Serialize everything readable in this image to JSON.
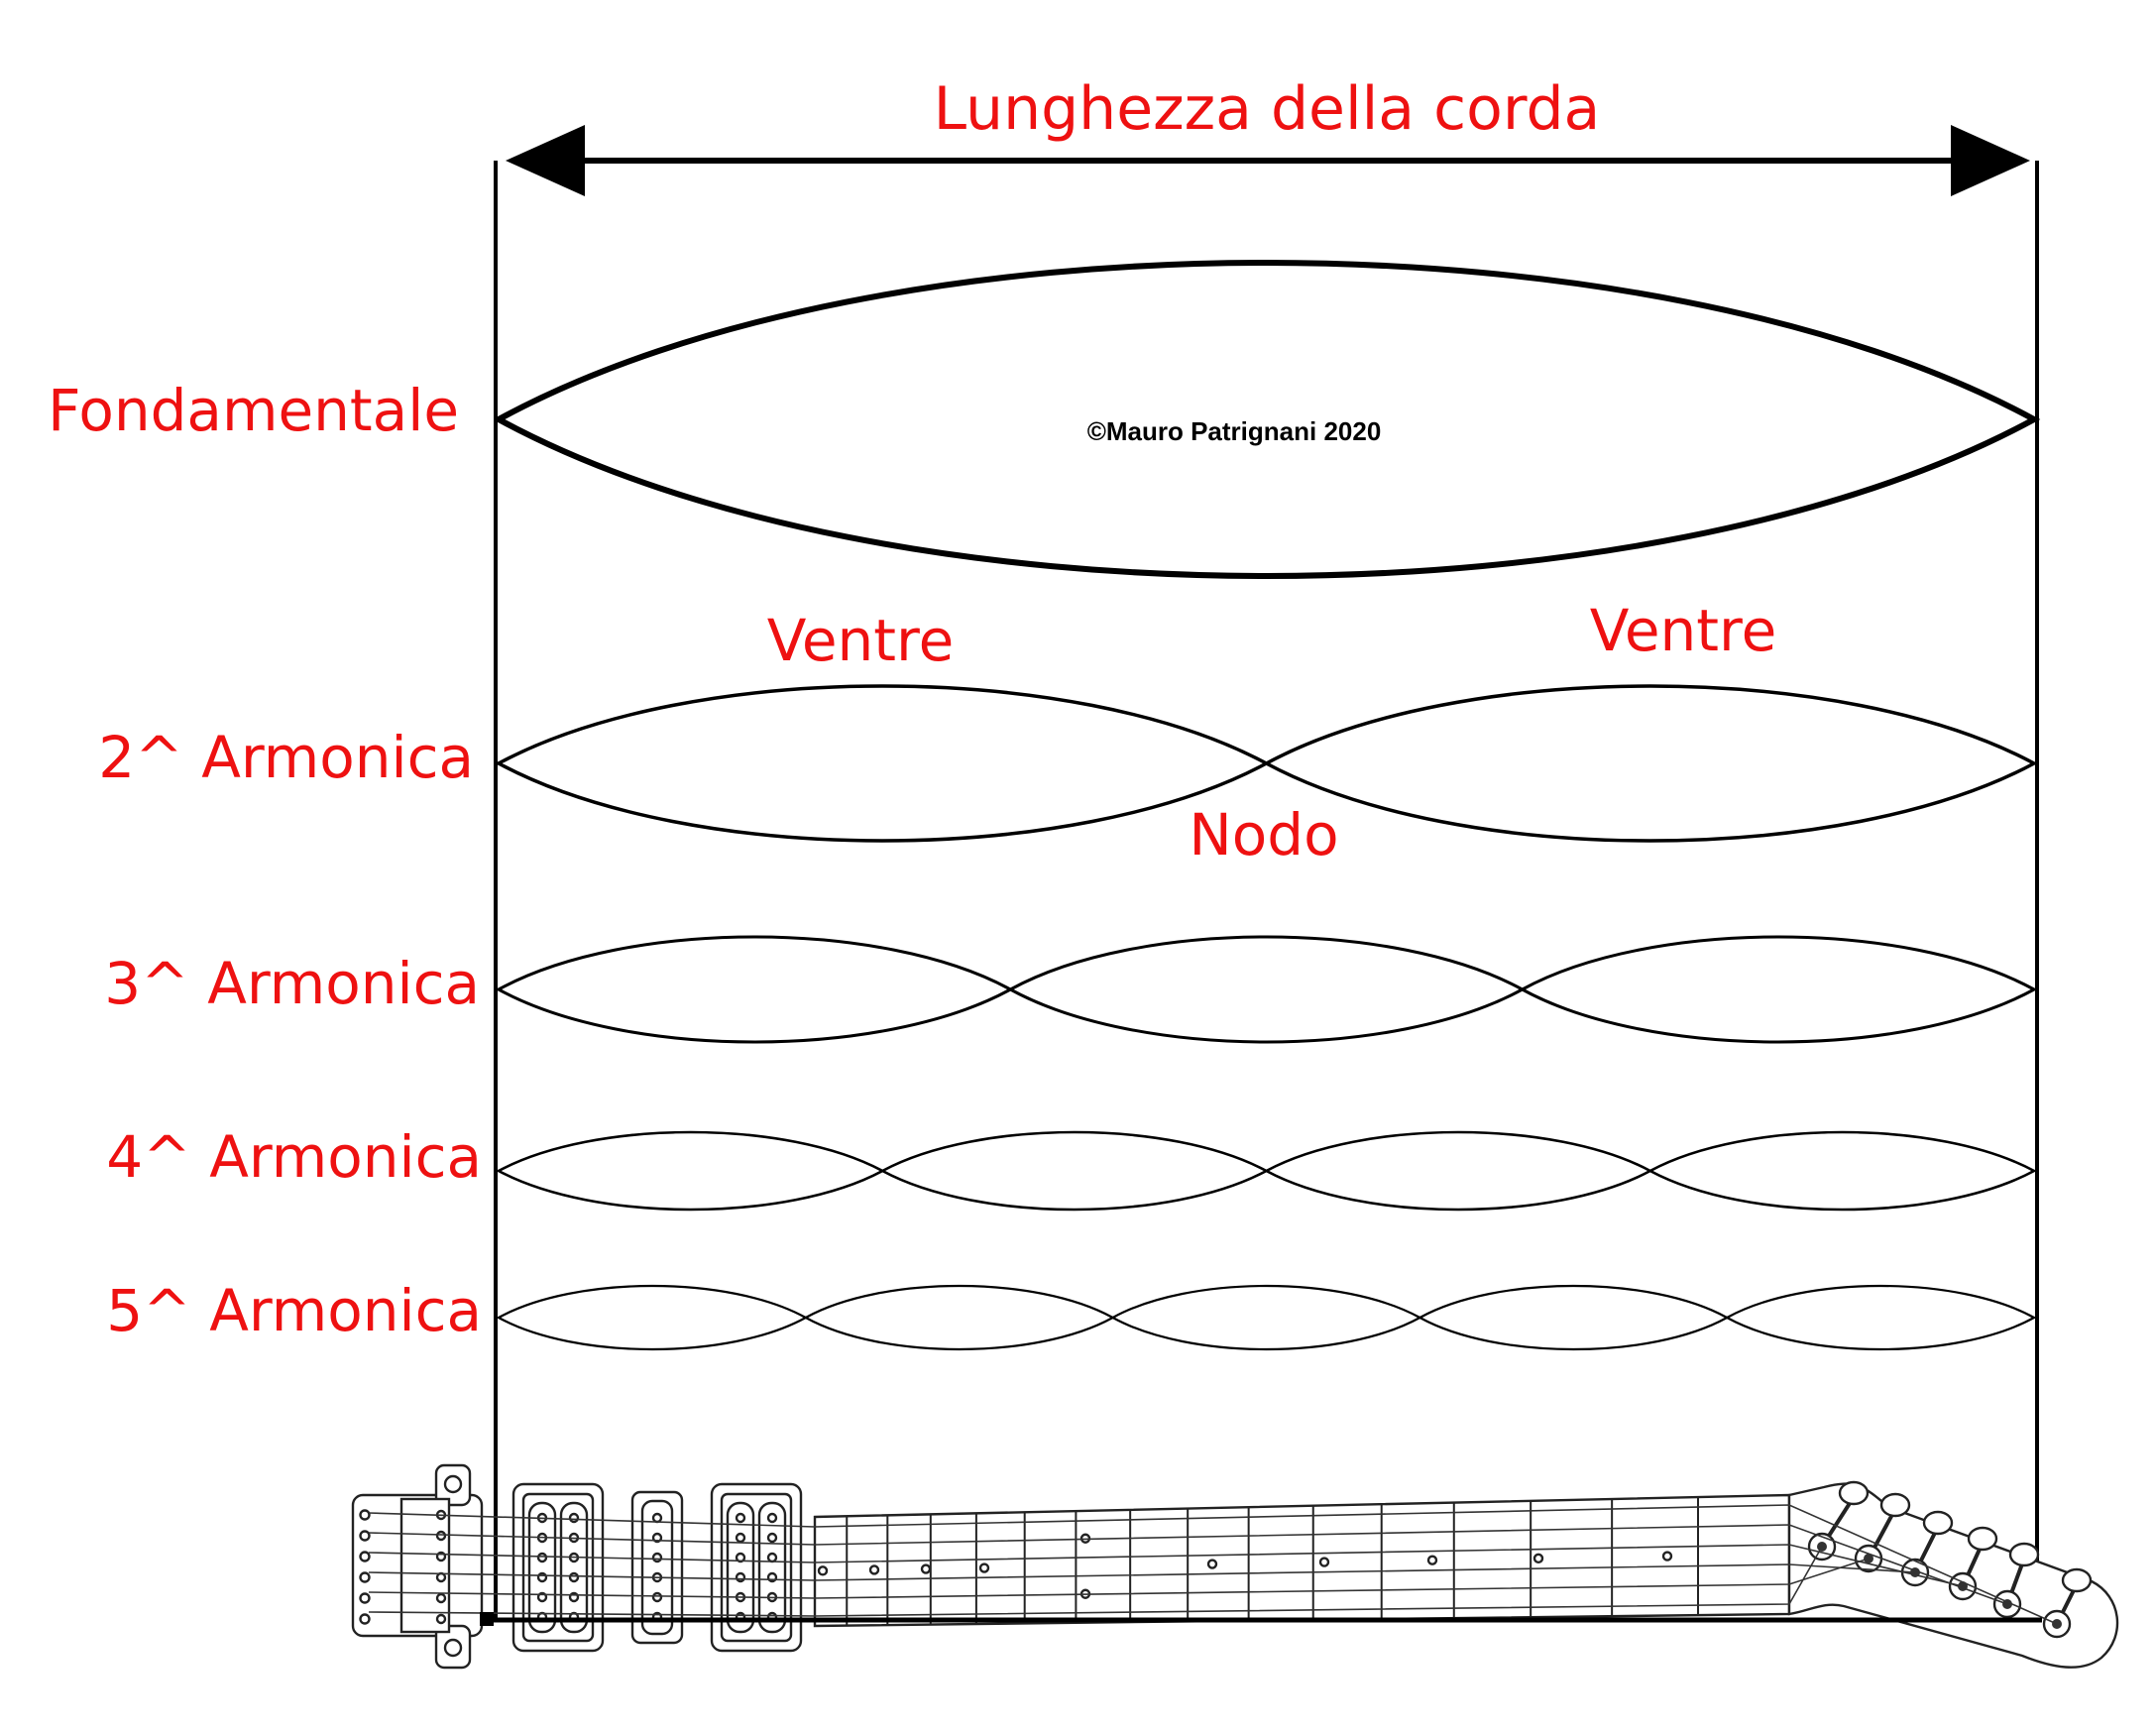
{
  "diagram": {
    "title": "Lunghezza della corda",
    "copyright": "©Mauro Patrignani 2020",
    "modes": [
      {
        "label": "Fondamentale",
        "n": 1
      },
      {
        "label": "2^ Armonica",
        "n": 2
      },
      {
        "label": "3^ Armonica",
        "n": 3
      },
      {
        "label": "4^ Armonica",
        "n": 4
      },
      {
        "label": "5^ Armonica",
        "n": 5
      }
    ],
    "annotations": {
      "antinode_left": "Ventre",
      "antinode_right": "Ventre",
      "node": "Nodo"
    },
    "colors": {
      "label": "#ee1111",
      "line": "#000000"
    },
    "icons": [
      "electric-guitar-icon",
      "arrow-left-icon",
      "arrow-right-icon"
    ]
  }
}
